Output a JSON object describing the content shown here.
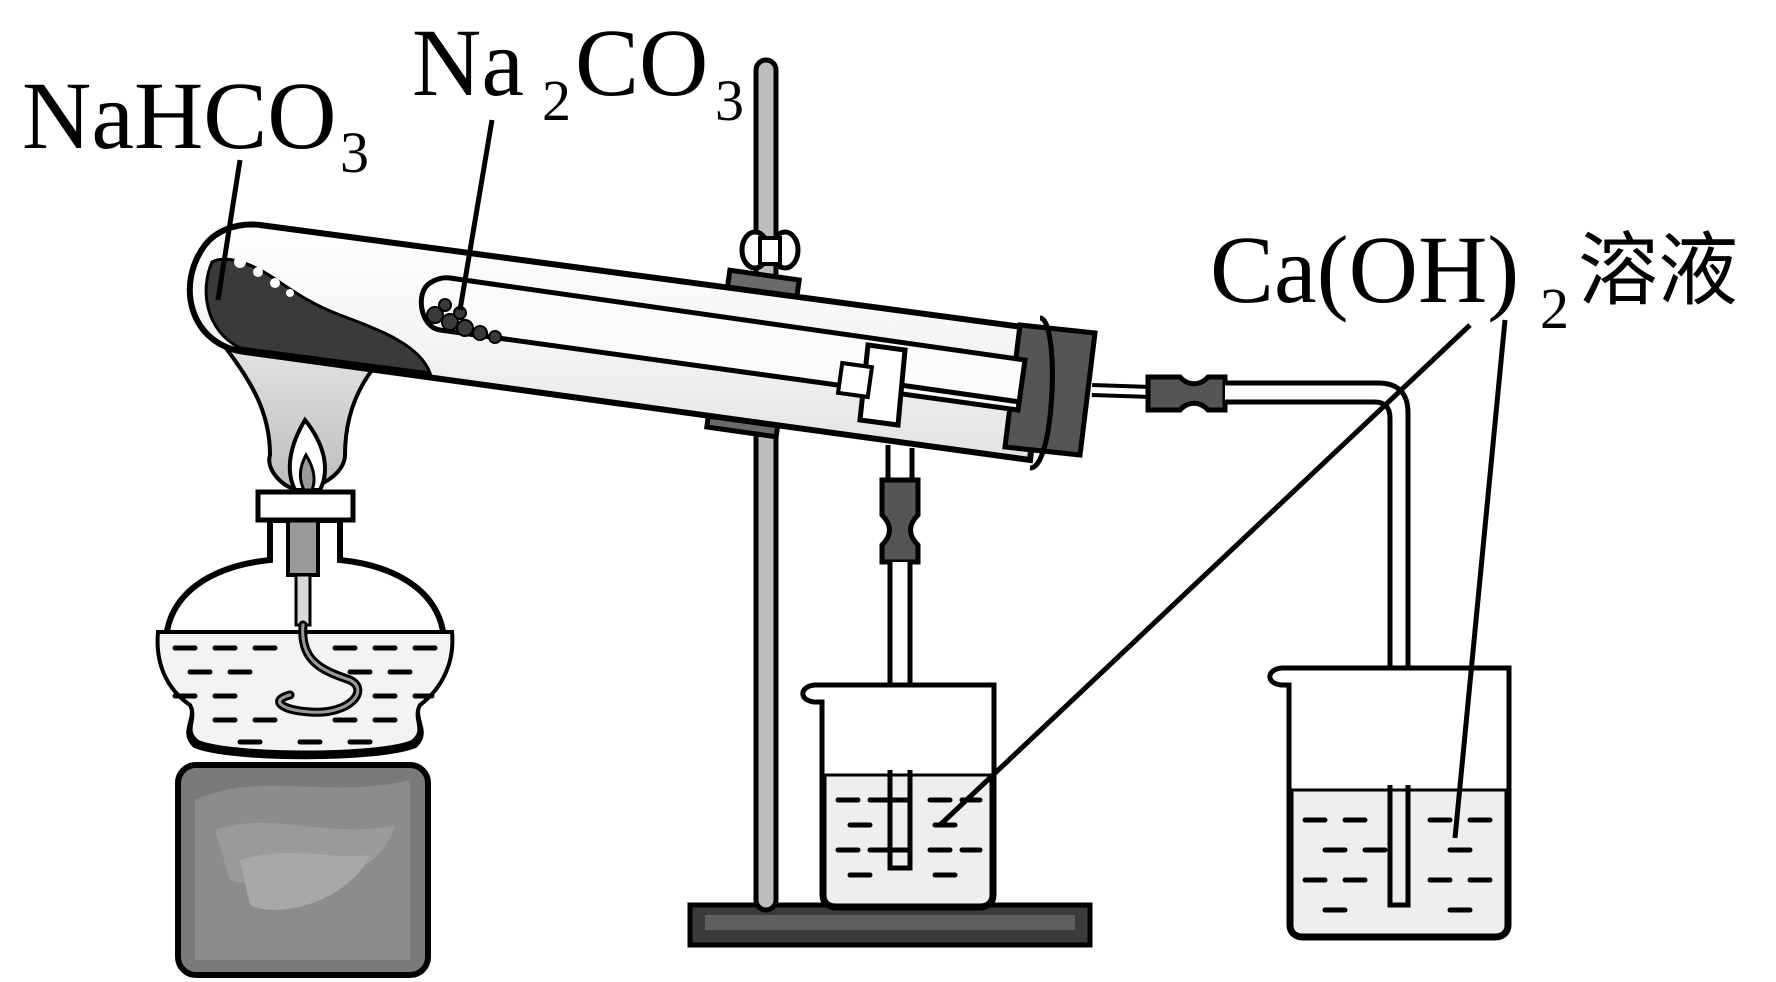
{
  "labels": {
    "nahco3": {
      "main": "NaHCO",
      "sub": "3"
    },
    "na2co3": {
      "part1": "Na",
      "sub1": "2",
      "part2": "CO",
      "sub2": "3"
    },
    "caoh2": {
      "part1": "Ca(OH)",
      "sub": "2",
      "part2": "溶液"
    }
  },
  "colors": {
    "line": "#000000",
    "solid": "#3a3a3a",
    "glass": "#f2f2f2",
    "stopper": "#555555",
    "block": "#777777"
  }
}
